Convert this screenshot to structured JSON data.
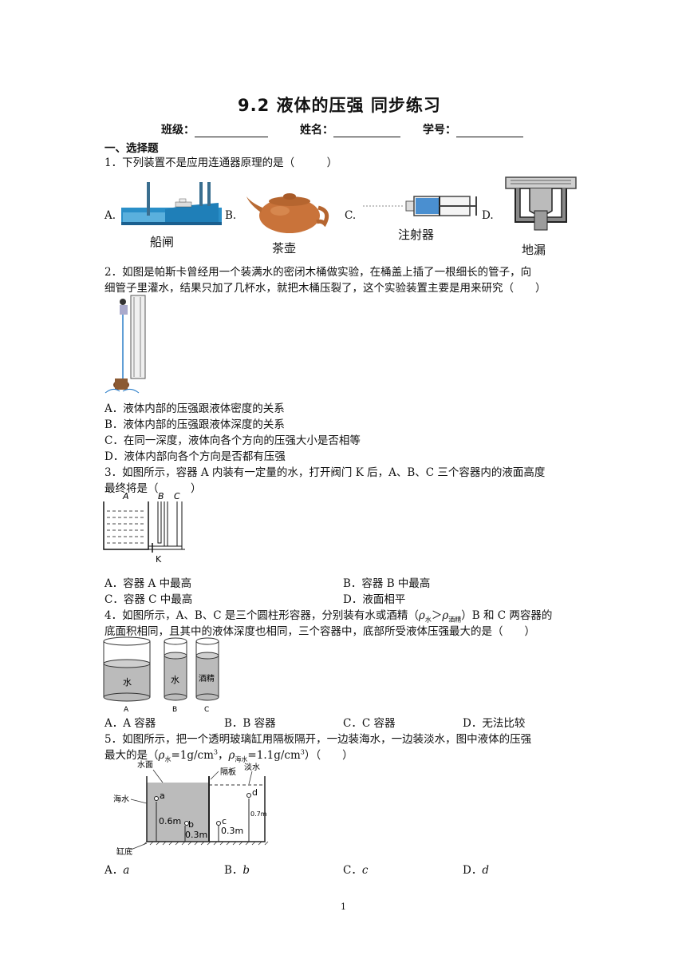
{
  "header": {
    "title": "9.2 液体的压强 同步练习",
    "class_label": "班级：",
    "name_label": "姓名：",
    "id_label": "学号："
  },
  "section": "一、选择题",
  "q1": {
    "stem": "1．下列装置不是应用连通器原理的是（　　　）",
    "options": [
      {
        "letter": "A.",
        "caption": "船闸"
      },
      {
        "letter": "B.",
        "caption": "茶壶"
      },
      {
        "letter": "C.",
        "caption": "注射器"
      },
      {
        "letter": "D.",
        "caption": "地漏"
      }
    ]
  },
  "q2": {
    "stem_line1": "2．如图是帕斯卡曾经用一个装满水的密闭木桶做实验，在桶盖上插了一根细长的管子，向",
    "stem_line2": "细管子里灌水，结果只加了几杯水，就把木桶压裂了，这个实验装置主要是用来研究（　　）",
    "options": [
      "A．液体内部的压强跟液体密度的关系",
      "B．液体内部的压强跟液体深度的关系",
      "C．在同一深度，液体向各个方向的压强大小是否相等",
      "D．液体内部向各个方向是否都有压强"
    ]
  },
  "q3": {
    "stem_line1": "3．如图所示，容器 A 内装有一定量的水，打开阀门 K 后，A、B、C 三个容器内的液面高度",
    "stem_line2": "最终将是（　　　）",
    "figure_labels": {
      "a": "A",
      "b": "B",
      "c": "C",
      "k": "K"
    },
    "options": [
      "A．容器 A 中最高",
      "B．容器 B 中最高",
      "C．容器 C 中最高",
      "D．液面相平"
    ]
  },
  "q4": {
    "stem_line1_pre": "4．如图所示，A、B、C 是三个圆柱形容器，分别装有水或酒精（",
    "rho": "ρ",
    "sub_water": "水",
    "gt": "＞",
    "sub_alcohol": "酒精",
    "stem_line1_post": "）B 和 C 两容器的",
    "stem_line2": "底面积相同，且其中的液体深度也相同，三个容器中，底部所受液体压强最大的是（　　）",
    "figure": {
      "water": "水",
      "alcohol": "酒精",
      "labels": [
        "A",
        "B",
        "C"
      ]
    },
    "options": [
      "A．A 容器",
      "B．B 容器",
      "C．C 容器",
      "D．无法比较"
    ]
  },
  "q5": {
    "stem_line1": "5．如图所示，把一个透明玻璃缸用隔板隔开，一边装海水，一边装淡水，图中液体的压强",
    "stem_line2_pre": "最大的是（",
    "rho_water_sub": "水",
    "rho_water_val": "=1g/cm",
    "rho_sea_sub": "海水",
    "rho_sea_val": "=1.1g/cm",
    "cube": "3",
    "stem_line2_post": "）（　　）",
    "figure": {
      "water_surface": "水面",
      "partition": "隔板",
      "fresh_water": "淡水",
      "sea_water": "海水",
      "bottom": "缸底",
      "a": "a",
      "b": "b",
      "c": "c",
      "d": "d",
      "h_a": "0.6m",
      "h_b": "0.3m",
      "h_c": "0.3m",
      "h_d": "0.7m"
    },
    "options": [
      {
        "letter": "A．",
        "value": "a"
      },
      {
        "letter": "B．",
        "value": "b"
      },
      {
        "letter": "C．",
        "value": "c"
      },
      {
        "letter": "D．",
        "value": "d"
      }
    ]
  },
  "footer": {
    "page_number": "1"
  }
}
